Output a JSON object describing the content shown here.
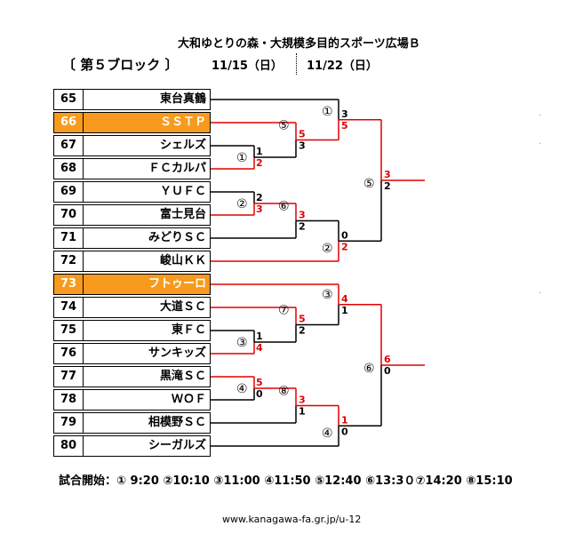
{
  "venue": "大和ゆとりの森・大規模多目的スポーツ広場Ｂ",
  "block_title": "〔 第５ブロック 〕",
  "dates": [
    "11/15（日）",
    "11/22（日）"
  ],
  "teams": [
    {
      "num": "65",
      "name": "東台真鶴",
      "hl": false
    },
    {
      "num": "66",
      "name": "ＳＳＴＰ",
      "hl": true
    },
    {
      "num": "67",
      "name": "シェルズ",
      "hl": false
    },
    {
      "num": "68",
      "name": "ＦＣカルパ",
      "hl": false
    },
    {
      "num": "69",
      "name": "ＹＵＦＣ",
      "hl": false
    },
    {
      "num": "70",
      "name": "富士見台",
      "hl": false
    },
    {
      "num": "71",
      "name": "みどりＳＣ",
      "hl": false
    },
    {
      "num": "72",
      "name": "峻山ＫＫ",
      "hl": false
    },
    {
      "num": "73",
      "name": "フトゥーロ",
      "hl": true
    },
    {
      "num": "74",
      "name": "大道ＳＣ",
      "hl": false
    },
    {
      "num": "75",
      "name": "東ＦＣ",
      "hl": false
    },
    {
      "num": "76",
      "name": "サンキッズ",
      "hl": false
    },
    {
      "num": "77",
      "name": "黒滝ＳＣ",
      "hl": false
    },
    {
      "num": "78",
      "name": "ＷＯＦ",
      "hl": false
    },
    {
      "num": "79",
      "name": "相模野ＳＣ",
      "hl": false
    },
    {
      "num": "80",
      "name": "シーガルズ",
      "hl": false
    }
  ],
  "match_labels": {
    "m1": "①",
    "m2": "②",
    "m3": "③",
    "m4": "④",
    "m5": "⑤",
    "m6": "⑥",
    "m7": "⑦",
    "m8": "⑧"
  },
  "scores": {
    "r1_1_top": "1",
    "r1_1_bot": "2",
    "r1_2_top": "2",
    "r1_2_bot": "3",
    "r1_3_top": "1",
    "r1_3_bot": "4",
    "r1_4_top": "5",
    "r1_4_bot": "0",
    "r2_5_top": "5",
    "r2_5_bot": "3",
    "r2_6_top": "3",
    "r2_6_bot": "2",
    "r2_7_top": "5",
    "r2_7_bot": "2",
    "r2_8_top": "3",
    "r2_8_bot": "1",
    "r3_1_top": "3",
    "r3_1_bot": "5",
    "r3_2_top": "0",
    "r3_2_bot": "2",
    "r3_3_top": "4",
    "r3_3_bot": "1",
    "r3_4_top": "1",
    "r3_4_bot": "0",
    "r4_5_top": "3",
    "r4_5_bot": "2",
    "r4_6_top": "6",
    "r4_6_bot": "0"
  },
  "kickoff_times": "試合開始：① 9:20 ②10:10 ③11:00 ④11:50 ⑤12:40 ⑥13:3０⑦14:20 ⑧15:10",
  "url": "www.kanagawa-fa.gr.jp/u-12",
  "colors": {
    "win": "#e00000",
    "line": "#000000",
    "highlight": "#f79a1e"
  }
}
